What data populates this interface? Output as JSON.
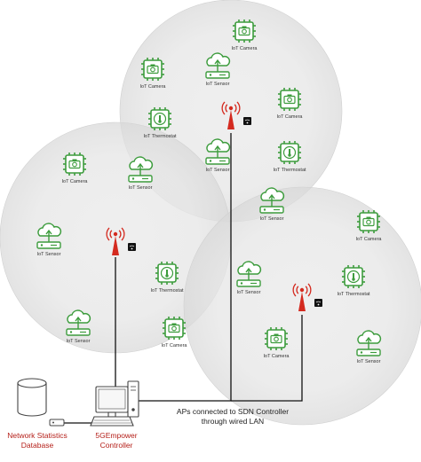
{
  "colors": {
    "device": "#3d9c3d",
    "ap": "#d42a1f",
    "cell": "#e9e9e9",
    "wire": "#111111",
    "db_label": "#b5201a"
  },
  "cells": [
    {
      "name": "cell-top"
    },
    {
      "name": "cell-left"
    },
    {
      "name": "cell-right"
    }
  ],
  "access_points": [
    {
      "name": "ap-top",
      "icon": "antenna-tower-icon"
    },
    {
      "name": "ap-left",
      "icon": "antenna-tower-icon"
    },
    {
      "name": "ap-right",
      "icon": "antenna-tower-icon"
    }
  ],
  "devices": [
    {
      "type": "camera",
      "label": "IoT Camera"
    },
    {
      "type": "camera",
      "label": "IoT Camera"
    },
    {
      "type": "sensor",
      "label": "IoT Sensor"
    },
    {
      "type": "camera",
      "label": "IoT Camera"
    },
    {
      "type": "thermostat",
      "label": "IoT Thermostat"
    },
    {
      "type": "sensor",
      "label": "IoT Sensor"
    },
    {
      "type": "thermostat",
      "label": "IoT Thermostat"
    },
    {
      "type": "camera",
      "label": "IoT Camera"
    },
    {
      "type": "sensor",
      "label": "IoT Sensor"
    },
    {
      "type": "sensor",
      "label": "IoT Sensor"
    },
    {
      "type": "camera",
      "label": "IoT Camera"
    },
    {
      "type": "sensor",
      "label": "IoT Sensor"
    },
    {
      "type": "thermostat",
      "label": "IoT Thermostat"
    },
    {
      "type": "sensor",
      "label": "IoT Sensor"
    },
    {
      "type": "thermostat",
      "label": "IoT Thermostat"
    },
    {
      "type": "sensor",
      "label": "IoT Sensor"
    },
    {
      "type": "camera",
      "label": "IoT Camera"
    },
    {
      "type": "camera",
      "label": "IoT Camera"
    },
    {
      "type": "sensor",
      "label": "IoT Sensor"
    }
  ],
  "link_caption": {
    "line1": "APs connected to SDN Controller",
    "line2": "through wired LAN"
  },
  "database": {
    "icon": "database-cylinder-icon",
    "line1": "Network Statistics",
    "line2": "Database"
  },
  "controller": {
    "icon": "desktop-computer-icon",
    "line1": "5GEmpower",
    "line2": "Controller"
  }
}
